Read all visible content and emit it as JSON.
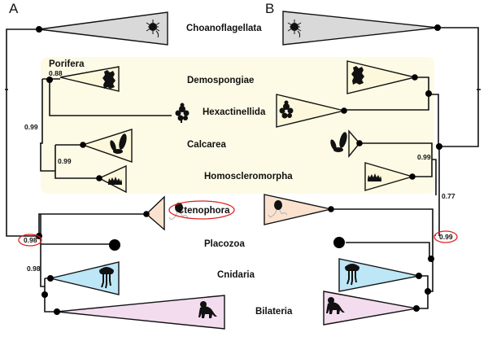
{
  "figure": {
    "panels": [
      {
        "id": "A",
        "label": "A"
      },
      {
        "id": "B",
        "label": "B"
      }
    ],
    "group_box": {
      "label": "Porifera",
      "color": "#fdfbe6"
    },
    "taxa": [
      {
        "key": "choano",
        "label": "Choanoflagellata",
        "color": "#d9d9d9",
        "icon": "choanoflagellate-icon"
      },
      {
        "key": "demo",
        "label": "Demospongiae",
        "color": "#fdf8dc",
        "icon": "demosponge-icon"
      },
      {
        "key": "hexa",
        "label": "Hexactinellida",
        "color": "#fdf8dc",
        "icon": "glass-sponge-icon"
      },
      {
        "key": "calc",
        "label": "Calcarea",
        "color": "#fdf8dc",
        "icon": "calcareous-sponge-icon"
      },
      {
        "key": "homo",
        "label": "Homoscleromorpha",
        "color": "#fdf8dc",
        "icon": "homoscleromorph-icon"
      },
      {
        "key": "cteno",
        "label": "Ctenophora",
        "color": "#fbe2cf",
        "icon": "comb-jelly-icon",
        "highlighted": true
      },
      {
        "key": "placo",
        "label": "Placozoa",
        "color": "#000000",
        "icon": "placozoan-icon"
      },
      {
        "key": "cnid",
        "label": "Cnidaria",
        "color": "#bde6f6",
        "icon": "jellyfish-icon"
      },
      {
        "key": "bilat",
        "label": "Bilateria",
        "color": "#f2dcee",
        "icon": "gorilla-icon"
      }
    ],
    "support_values": {
      "A": [
        {
          "clade": "Demospongiae",
          "value": "0.88",
          "highlighted": false
        },
        {
          "clade": "Porifera",
          "value": "0.99",
          "highlighted": false
        },
        {
          "clade": "Calcarea+Homoscleromorpha",
          "value": "0.99",
          "highlighted": false
        },
        {
          "clade": "Placozoa+Cnidaria+Bilateria",
          "value": "0.98",
          "highlighted": true
        },
        {
          "clade": "Cnidaria+Bilateria",
          "value": "0.98",
          "highlighted": false
        }
      ],
      "B": [
        {
          "clade": "Calcarea+Homoscleromorpha",
          "value": "0.99",
          "highlighted": false
        },
        {
          "clade": "Porifera",
          "value": "0.77",
          "highlighted": false
        },
        {
          "clade": "Ctenophora+Placozoa+Cnidaria+Bilateria",
          "value": "0.99",
          "highlighted": true
        }
      ]
    },
    "highlight_color": "#e02020"
  }
}
